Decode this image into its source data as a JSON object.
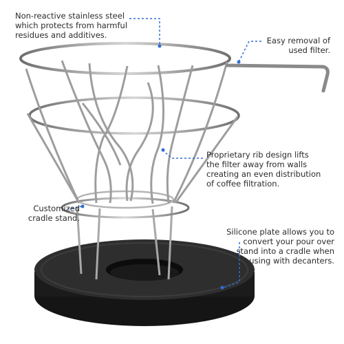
{
  "callouts": {
    "steel": "Non-reactive stainless steel\nwhich protects from harmful\nresidues and additives.",
    "removal": "Easy removal of\nused filter.",
    "rib": "Proprietary rib design lifts\nthe filter away from walls\ncreating an even distribution\nof coffee filtration.",
    "cradle": "Customized\ncradle stand.",
    "silicone": "Silicone plate allows you to\nconvert your pour over\nstand into a cradle when\nusing with decanters."
  },
  "colors": {
    "leader_line": "#2f6fd6",
    "steel": "#9a9a9a",
    "steel_dark": "#5a5a5a",
    "silicone_base": "#262626"
  }
}
